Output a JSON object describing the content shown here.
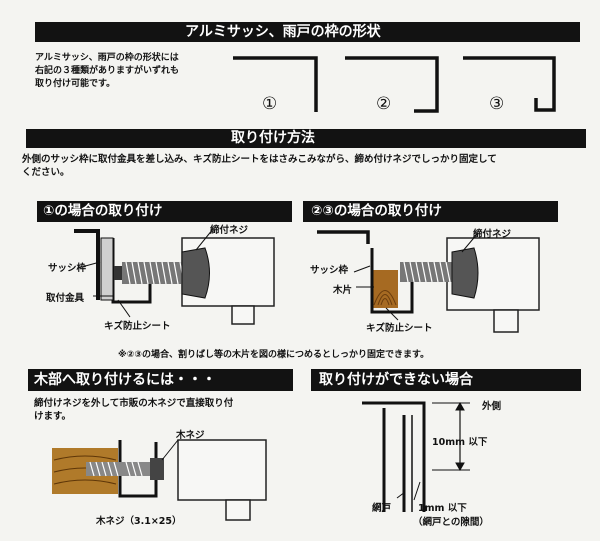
{
  "section_frame": {
    "title": "アルミサッシ、雨戸の枠の形状",
    "text": [
      "アルミサッシ、雨戸の枠の形状には",
      "右記の３種類がありますがいずれも",
      "取り付け可能です。"
    ],
    "shape_labels": [
      "①",
      "②",
      "③"
    ]
  },
  "section_method": {
    "title": "取り付け方法",
    "text": [
      "外側のサッシ枠に取付金具を差し込み、キズ防止シートをはさみこみながら、締め付けネジでしっかり固定して",
      "ください。"
    ]
  },
  "case1": {
    "title": "①の場合の取り付け",
    "labels": {
      "screw": "締付ネジ",
      "sash": "サッシ枠",
      "bracket": "取付金具",
      "sheet": "キズ防止シート"
    }
  },
  "case23": {
    "title": "②③の場合の取り付け",
    "labels": {
      "screw": "締付ネジ",
      "sash": "サッシ枠",
      "wood": "木片",
      "sheet": "キズ防止シート"
    }
  },
  "note": "※②③の場合、割りばし等の木片を図の様につめるとしっかり固定できます。",
  "wood_section": {
    "title": "木部へ取り付けるには・・・",
    "text": [
      "締付けネジを外して市販の木ネジで直接取り付",
      "けます。"
    ],
    "labels": {
      "wood_screw": "木ネジ",
      "wood_screw_size": "木ネジ（3.1×25）"
    }
  },
  "cannot_section": {
    "title": "取り付けができない場合",
    "labels": {
      "outside": "外側",
      "dim1": "10mm 以下",
      "screen": "網戸",
      "dim2": "1mm 以下",
      "dim2_note": "（網戸との隙間）"
    }
  }
}
